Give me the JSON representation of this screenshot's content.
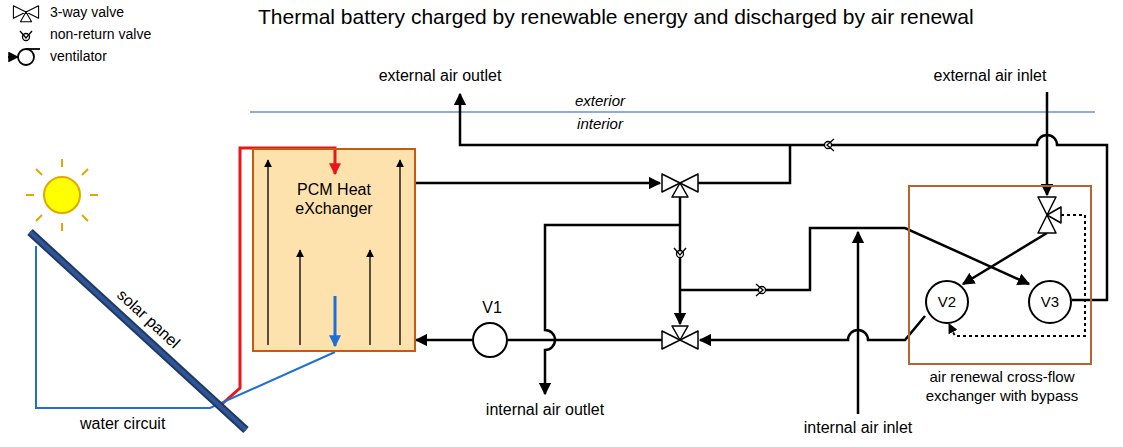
{
  "diagram": {
    "title": "Thermal battery charged by renewable energy and discharged by air renewal",
    "nodes": [
      {
        "text": [
          "PCM Heat eXchanger"
        ]
      },
      {
        "text": [
          "air renewal cross-flow exchanger with bypass"
        ]
      },
      {
        "text": [
          "V2"
        ],
        "in": 1
      },
      {
        "text": [
          "V3"
        ],
        "in": 1
      },
      {
        "text": [
          "V1"
        ]
      }
    ],
    "edges": [
      {
        "from": 4,
        "to": 0,
        "arrow": "to"
      }
    ],
    "labels": [
      "external air outlet",
      "exterior",
      "interior",
      "external air inlet",
      "solar panel",
      "water circuit",
      "internal air outlet",
      "internal air inlet"
    ],
    "legend": [
      {
        "text": "3-way valve"
      },
      {
        "text": "non-return valve"
      },
      {
        "text": "ventilator"
      }
    ]
  }
}
